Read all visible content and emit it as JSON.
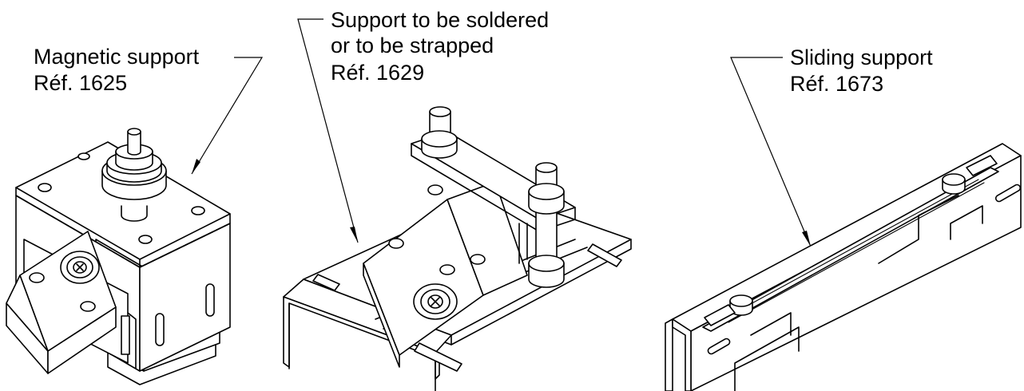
{
  "supports": [
    {
      "name": "Magnetic support",
      "ref": "Réf. 1625"
    },
    {
      "name_line1": "Support to be soldered",
      "name_line2": "or to be strapped",
      "ref": "Réf. 1629"
    },
    {
      "name": "Sliding support",
      "ref": "Réf. 1673"
    }
  ]
}
